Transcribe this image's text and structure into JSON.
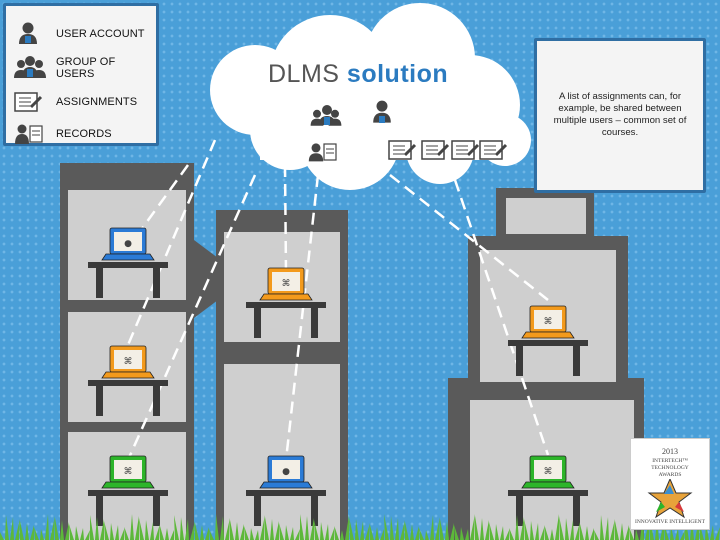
{
  "legend": {
    "items": [
      {
        "label": "USER ACCOUNT",
        "icon": "user-account-icon"
      },
      {
        "label": "GROUP OF USERS",
        "icon": "group-of-users-icon"
      },
      {
        "label": "ASSIGNMENTS",
        "icon": "assignments-icon"
      },
      {
        "label": "RECORDS",
        "icon": "records-icon"
      }
    ]
  },
  "cloud": {
    "title_part1": "DLMS",
    "title_part2": "solution"
  },
  "note": {
    "text": "A list of assignments can, for example, be shared between multiple users – common set of courses."
  },
  "badge": {
    "year": "2013",
    "line1": "INTERTECH™",
    "line2": "TECHNOLOGY",
    "line3": "AWARDS",
    "line4": "INNOVATIVE INTELLIGENT"
  },
  "colors": {
    "background": "#4a9fd8",
    "panel_border": "#2f6ea3",
    "laptop_blue": "#2b7bd6",
    "laptop_orange": "#f39a1c",
    "laptop_green": "#2db52a",
    "building": "#5a5a5a",
    "grass": "#5db83a"
  },
  "laptops": [
    {
      "color": "blue",
      "screen_icon": "user-account-icon"
    },
    {
      "color": "orange",
      "screen_icon": "group-of-users-icon"
    },
    {
      "color": "green",
      "screen_icon": "group-of-users-icon"
    },
    {
      "color": "orange",
      "screen_icon": "group-of-users-icon"
    },
    {
      "color": "blue",
      "screen_icon": "user-account-icon"
    },
    {
      "color": "orange",
      "screen_icon": "group-of-users-icon"
    },
    {
      "color": "green",
      "screen_icon": "group-of-users-icon"
    }
  ]
}
